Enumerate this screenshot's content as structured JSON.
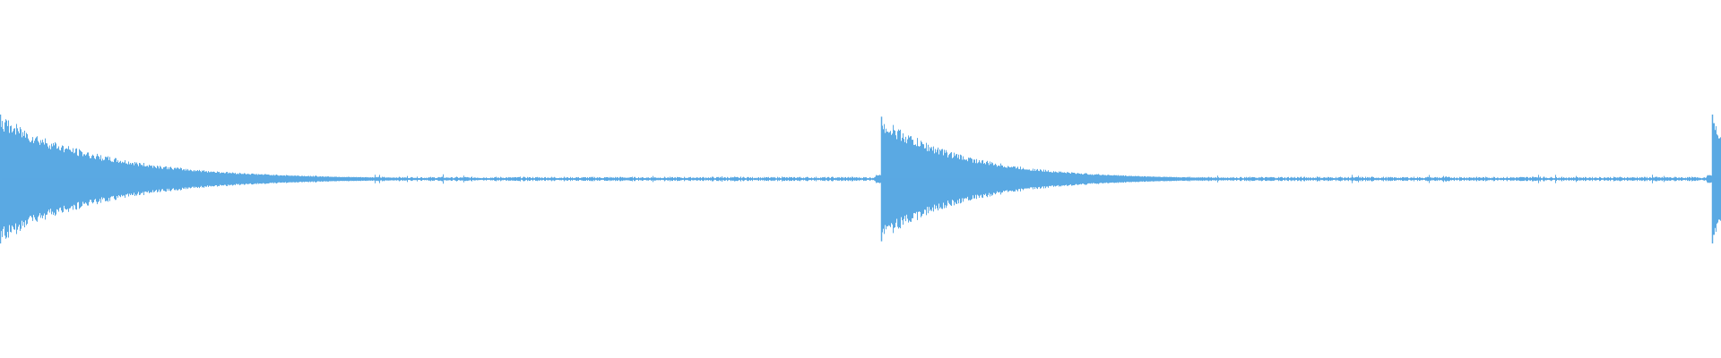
{
  "waveform": {
    "color": "#5aa9e3",
    "background": "#ffffff",
    "transients": [
      {
        "position": 0.0,
        "peak": 0.6,
        "decay": 0.06
      },
      {
        "position": 0.512,
        "peak": 0.58,
        "decay": 0.05
      },
      {
        "position": 0.995,
        "peak": 0.6,
        "decay": 0.02
      }
    ],
    "noise_floor": 0.015
  }
}
